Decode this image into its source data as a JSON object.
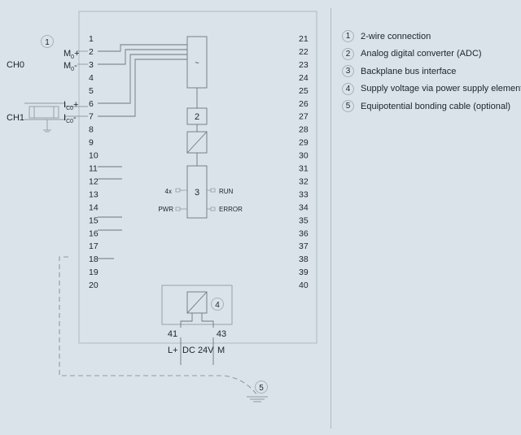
{
  "pins_left": [
    "1",
    "2",
    "3",
    "4",
    "5",
    "6",
    "7",
    "8",
    "9",
    "10",
    "11",
    "12",
    "13",
    "14",
    "15",
    "16",
    "17",
    "18",
    "19",
    "20"
  ],
  "pins_right": [
    "21",
    "22",
    "23",
    "24",
    "25",
    "26",
    "27",
    "28",
    "29",
    "30",
    "31",
    "32",
    "33",
    "34",
    "35",
    "36",
    "37",
    "38",
    "39",
    "40"
  ],
  "channels": {
    "ch0": "CH0",
    "ch1": "CH1"
  },
  "signal_labels": {
    "m0_plus_main": "M",
    "m0_plus_sub": "0",
    "m0_plus_sign": "+",
    "m0_minus_main": "M",
    "m0_minus_sub": "0",
    "m0_minus_sign": "-",
    "ic0_plus_main": "I",
    "ic0_plus_sub": "C0",
    "ic0_plus_sign": "+",
    "ic0_minus_main": "I",
    "ic0_minus_sub": "C0",
    "ic0_minus_sign": "-"
  },
  "callouts": [
    "1",
    "2",
    "3",
    "4",
    "5"
  ],
  "leds": {
    "count": "4x",
    "run": "RUN",
    "pwr": "PWR",
    "error": "ERROR"
  },
  "supply": {
    "terminal_41": "41",
    "terminal_43": "43",
    "l_plus": "L+",
    "voltage": "DC 24V",
    "m": "M"
  },
  "legend": [
    {
      "num": "1",
      "text": "2-wire connection"
    },
    {
      "num": "2",
      "text": "Analog digital converter (ADC)"
    },
    {
      "num": "3",
      "text": "Backplane bus interface"
    },
    {
      "num": "4",
      "text": "Supply voltage via power supply element"
    },
    {
      "num": "5",
      "text": "Equipotential bonding cable (optional)"
    }
  ],
  "colors": {
    "background": "#dbe3ea",
    "line": "#5f6a72",
    "light_line": "#8f9aa2"
  }
}
